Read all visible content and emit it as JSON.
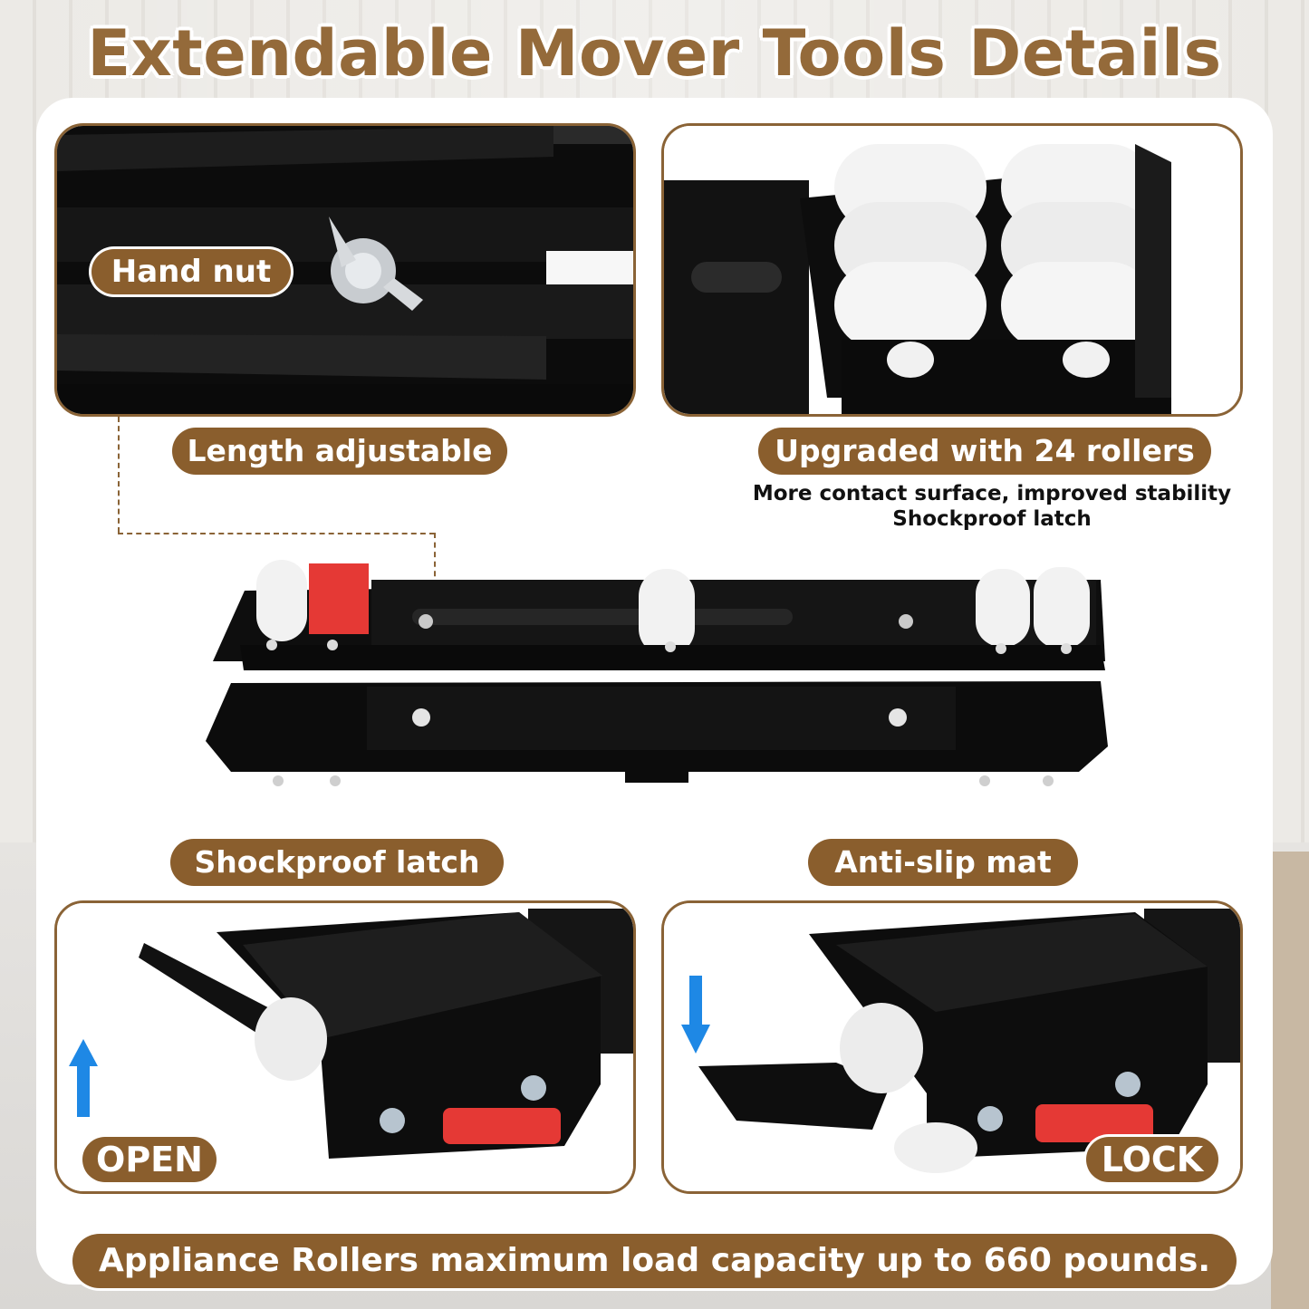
{
  "title": "Extendable Mover Tools Details",
  "labels": {
    "hand_nut": "Hand nut",
    "length_adjustable": "Length adjustable",
    "upgraded_rollers": "Upgraded with 24 rollers",
    "rollers_note_1": "More contact surface, improved stability",
    "rollers_note_2": "Shockproof latch",
    "shockproof_latch": "Shockproof latch",
    "anti_slip_mat": "Anti-slip mat",
    "open": "OPEN",
    "lock": "LOCK",
    "footer": "Appliance Rollers maximum load capacity up to 660 pounds."
  },
  "colors": {
    "brand_brown": "#8a5e2d",
    "title_brown": "#946a3a",
    "arrow_blue": "#1e88e5",
    "latch_red": "#e53935",
    "metal_black": "#111111",
    "roller_white": "#f4f4f4"
  },
  "icons": [
    "arrow-up-icon",
    "arrow-down-icon"
  ]
}
